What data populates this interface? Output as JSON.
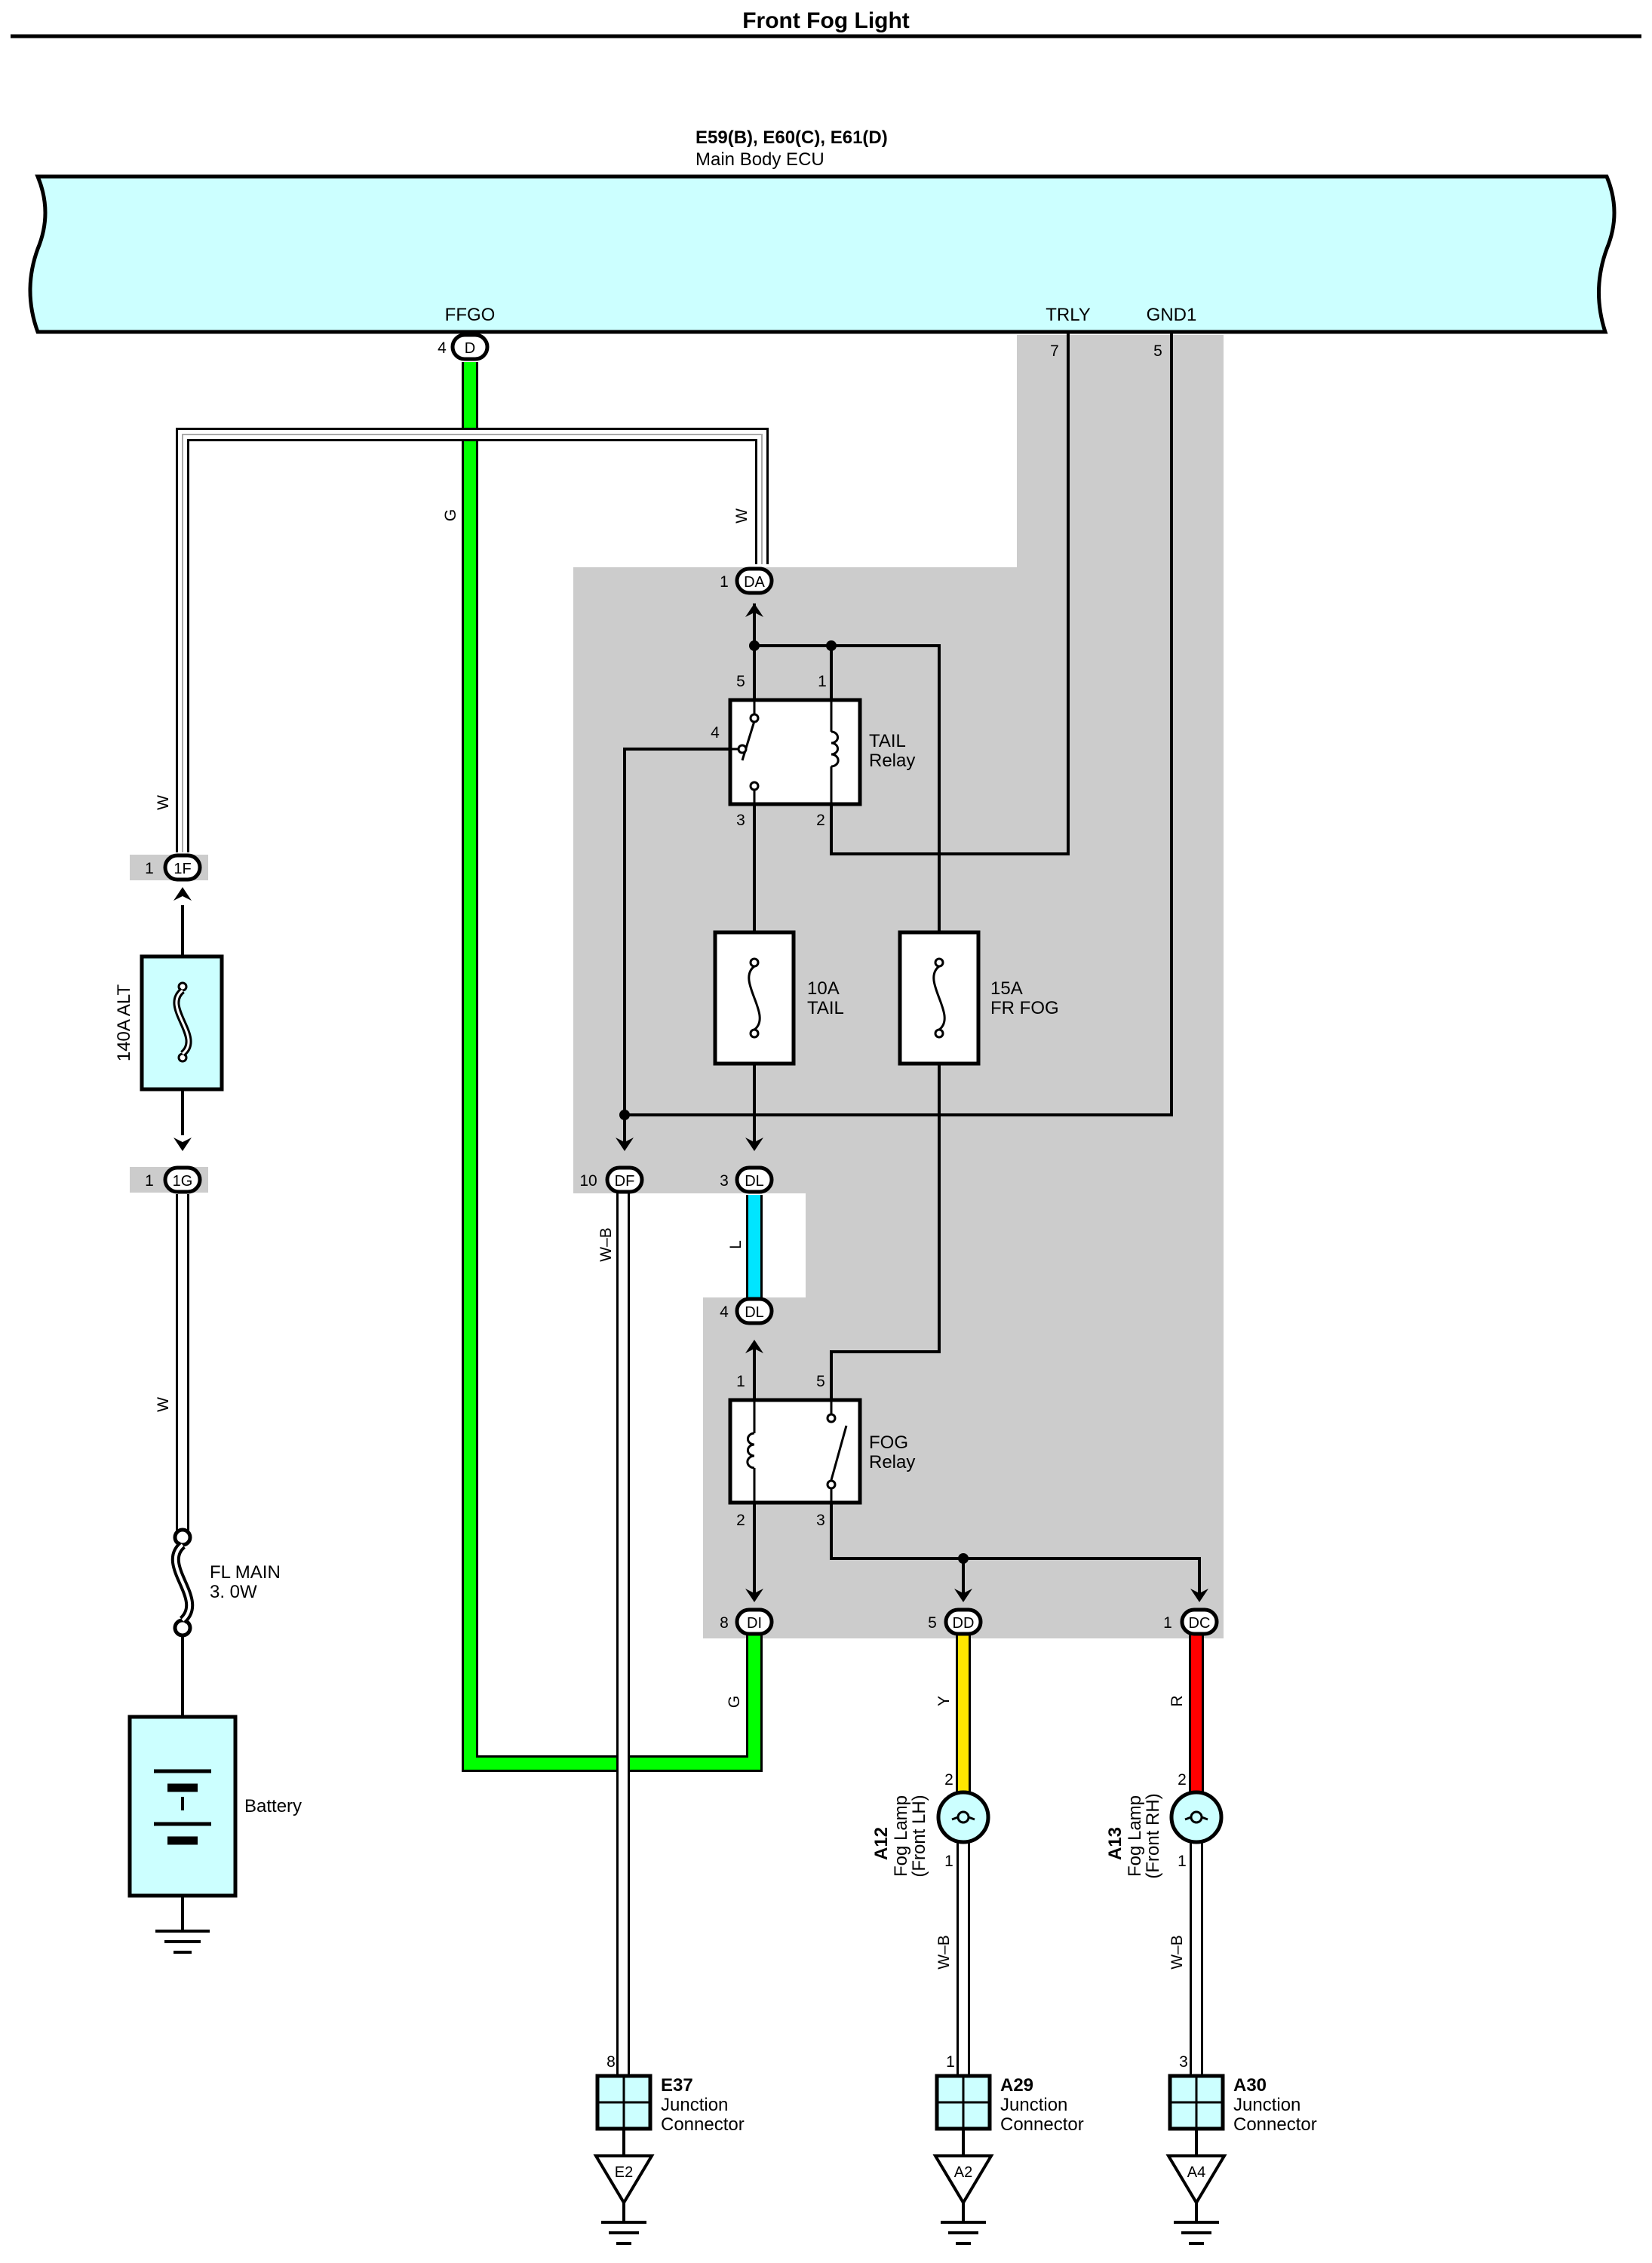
{
  "title": "Front Fog Light",
  "ecu": {
    "connectors": "E59(B), E60(C), E61(D)",
    "name": "Main Body ECU",
    "pins": {
      "ffgo": {
        "label": "FFGO",
        "pin": "4",
        "conn": "D"
      },
      "trly": {
        "label": "TRLY",
        "pin": "7"
      },
      "gnd1": {
        "label": "GND1",
        "pin": "5"
      }
    }
  },
  "wire_colors": {
    "G": "#00ff00",
    "L": "#00e5ff",
    "Y": "#ffe600",
    "R": "#ff0000",
    "W": "#ffffff",
    "W-B": "#ffffff",
    "black": "#000000"
  },
  "wire_labels": {
    "g_main": "G",
    "w_jb": "W",
    "w_top": "W",
    "w_mid": "W",
    "wb_df": "W–B",
    "l_dl": "L",
    "g_di": "G",
    "y_dd": "Y",
    "r_dc": "R",
    "wb_a12": "W–B",
    "wb_a13": "W–B"
  },
  "junction_pins": {
    "da": {
      "pin": "1",
      "conn": "DA"
    },
    "df": {
      "pin": "10",
      "conn": "DF"
    },
    "dl_top": {
      "pin": "3",
      "conn": "DL"
    },
    "dl_bot": {
      "pin": "4",
      "conn": "DL"
    },
    "di": {
      "pin": "8",
      "conn": "DI"
    },
    "dd": {
      "pin": "5",
      "conn": "DD"
    },
    "dc": {
      "pin": "1",
      "conn": "DC"
    },
    "p1f": {
      "pin": "1",
      "conn": "1F"
    },
    "p1g": {
      "pin": "1",
      "conn": "1G"
    }
  },
  "tail_relay": {
    "name_line1": "TAIL",
    "name_line2": "Relay",
    "pins": {
      "p5": "5",
      "p1": "1",
      "p4": "4",
      "p3": "3",
      "p2": "2"
    }
  },
  "fog_relay": {
    "name_line1": "FOG",
    "name_line2": "Relay",
    "pins": {
      "p1": "1",
      "p5": "5",
      "p2": "2",
      "p3": "3"
    }
  },
  "fuses": {
    "tail": {
      "rating": "10A",
      "name": "TAIL"
    },
    "fr_fog": {
      "rating": "15A",
      "name": "FR FOG"
    },
    "alt": {
      "label": "140A ALT"
    },
    "fl_main": {
      "line1": "FL MAIN",
      "line2": "3. 0W"
    }
  },
  "battery": {
    "label": "Battery"
  },
  "lamps": {
    "lh": {
      "code": "A12",
      "line1": "Fog Lamp",
      "line2": "(Front LH)",
      "pin_top": "2",
      "pin_bot": "1"
    },
    "rh": {
      "code": "A13",
      "line1": "Fog Lamp",
      "line2": "(Front RH)",
      "pin_top": "2",
      "pin_bot": "1"
    }
  },
  "junction_connectors": {
    "e37": {
      "code": "E37",
      "line1": "Junction",
      "line2": "Connector",
      "pin": "8",
      "ground": "E2"
    },
    "a29": {
      "code": "A29",
      "line1": "Junction",
      "line2": "Connector",
      "pin": "1",
      "ground": "A2"
    },
    "a30": {
      "code": "A30",
      "line1": "Junction",
      "line2": "Connector",
      "pin": "3",
      "ground": "A4"
    }
  }
}
